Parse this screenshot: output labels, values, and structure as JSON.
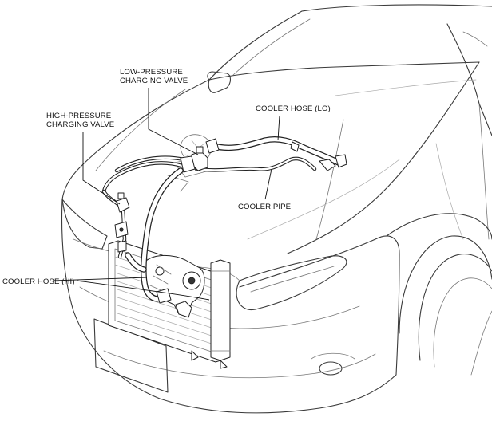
{
  "callouts": {
    "low_pressure_valve": [
      "LOW-PRESSURE",
      "CHARGING VALVE"
    ],
    "high_pressure_valve": [
      "HIGH-PRESSURE",
      "CHARGING VALVE"
    ],
    "cooler_hose_lo": [
      "COOLER HOSE (LO)"
    ],
    "cooler_pipe": [
      "COOLER PIPE"
    ],
    "cooler_hose_hi": [
      "COOLER HOSE (HI)"
    ]
  }
}
